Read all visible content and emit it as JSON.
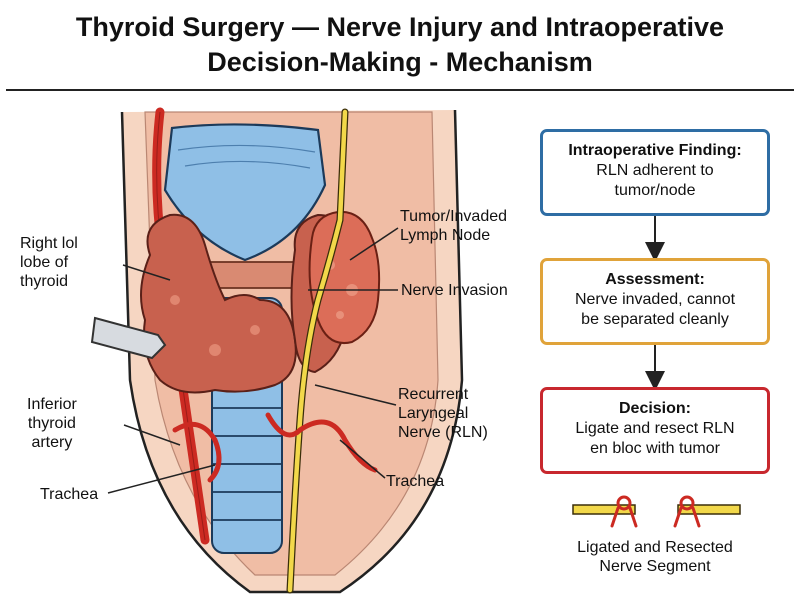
{
  "title": {
    "line1": "Thyroid Surgery — Nerve Injury and Intraoperative",
    "line2": "Decision-Making - Mechanism"
  },
  "labels": {
    "right_lobe": [
      "Right lol",
      "lobe of",
      "thyroid"
    ],
    "tumor": [
      "Tumor/Invaded",
      "Lymph Node"
    ],
    "nerve_invasion": "Nerve Invasion",
    "rln": [
      "Recurrent",
      "Laryngeal",
      "Nerve (RLN)"
    ],
    "inferior_artery": [
      "Inferior",
      "thyroid",
      "artery"
    ],
    "trachea_left": "Trachea",
    "trachea_right": "Trachea"
  },
  "flow": {
    "finding": {
      "heading": "Intraoperative Finding:",
      "lines": [
        "RLN adherent to",
        "tumor/node"
      ],
      "color": "#2e6da4"
    },
    "assessment": {
      "heading": "Assessment:",
      "lines": [
        "Nerve invaded, cannot",
        "be separated cleanly"
      ],
      "color": "#e0a33a"
    },
    "decision": {
      "heading": "Decision:",
      "lines": [
        "Ligate and resect RLN",
        "en bloc with tumor"
      ],
      "color": "#c8282e"
    }
  },
  "legend": {
    "caption": [
      "Ligated and Resected",
      "Nerve Segment"
    ]
  },
  "colors": {
    "nerve": "#f2d84a",
    "thyroid": "#c8614e",
    "cartilage": "#8fbfe6",
    "artery": "#cc2a22",
    "skin": "#f3c7ae"
  }
}
